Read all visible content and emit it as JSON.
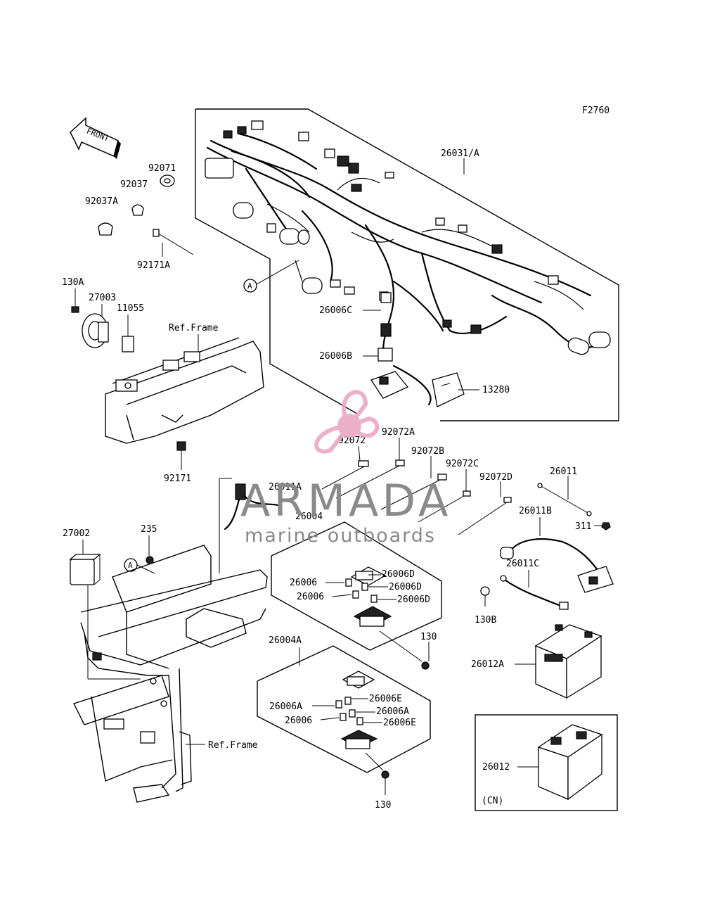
{
  "figure_code": "F2760",
  "front_label": "FRONT",
  "ref_frame_label": "Ref.Frame",
  "callout_letter": "A",
  "region_note": "(CN)",
  "watermark": {
    "brand": "ARMADA",
    "tagline": "marine outboards",
    "brand_color": "#e9a3bf",
    "text_color": "#8a8a8a"
  },
  "part_labels": {
    "p92071": "92071",
    "p92037": "92037",
    "p92037A": "92037A",
    "p92171A": "92171A",
    "p130A": "130A",
    "p27003": "27003",
    "p11055": "11055",
    "p92171": "92171",
    "p26031A": "26031/A",
    "p26006C": "26006C",
    "p26006B": "26006B",
    "p13280": "13280",
    "p92072": "92072",
    "p92072A": "92072A",
    "p92072B": "92072B",
    "p92072C": "92072C",
    "p92072D": "92072D",
    "p26011": "26011",
    "p26011A": "26011A",
    "p26004": "26004",
    "p27002": "27002",
    "p235": "235",
    "p26006_1": "26006",
    "p26006_2": "26006",
    "p26006D_1": "26006D",
    "p26006D_2": "26006D",
    "p26006D_3": "26006D",
    "p26011B": "26011B",
    "p311": "311",
    "p26011C": "26011C",
    "p130B": "130B",
    "p130_1": "130",
    "p26012A": "26012A",
    "p26004A": "26004A",
    "p26006A_1": "26006A",
    "p26006A_2": "26006A",
    "p26006E_1": "26006E",
    "p26006E_2": "26006E",
    "p26006_3": "26006",
    "p26012": "26012",
    "p130_2": "130"
  }
}
